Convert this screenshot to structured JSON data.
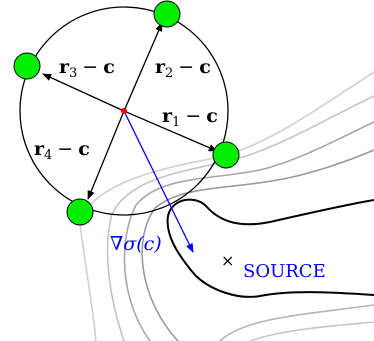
{
  "diagram": {
    "vectors": [
      {
        "id": "r1",
        "sym": "r",
        "sub": "1",
        "minus": "−",
        "center": "c"
      },
      {
        "id": "r2",
        "sym": "r",
        "sub": "2",
        "minus": "−",
        "center": "c"
      },
      {
        "id": "r3",
        "sym": "r",
        "sub": "3",
        "minus": "−",
        "center": "c"
      },
      {
        "id": "r4",
        "sym": "r",
        "sub": "4",
        "minus": "−",
        "center": "c"
      }
    ],
    "gradient_label": "∇σ(c)",
    "source_marker": "×",
    "source_label": "SOURCE",
    "colors": {
      "sensor": "#00ee00",
      "center": "#ff0000",
      "gradient": "#0000ff",
      "contour_dark": "#000000",
      "contour_mid": "#9a9a9a",
      "contour_light": "#c8c8c8"
    }
  }
}
